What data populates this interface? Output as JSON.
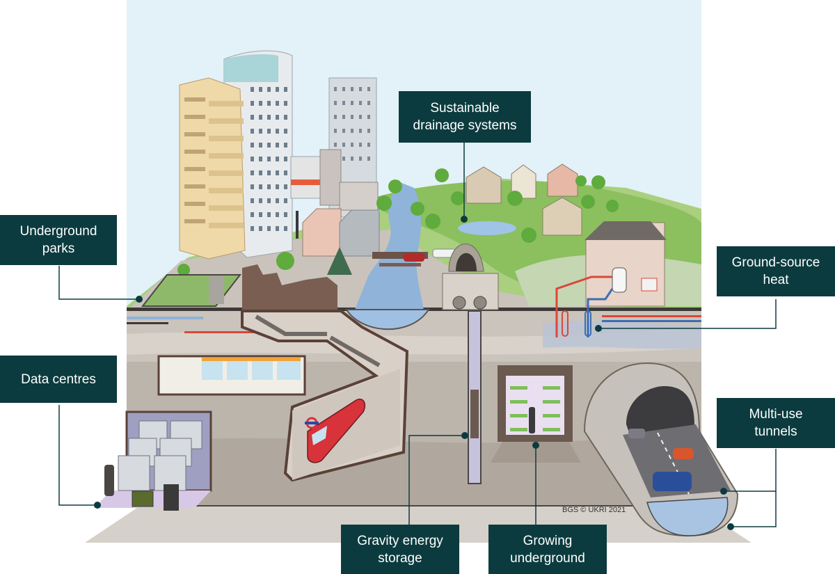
{
  "labels": {
    "sustainable_drainage": "Sustainable\ndrainage systems",
    "underground_parks": "Underground\nparks",
    "ground_source_heat": "Ground-source\nheat",
    "data_centres": "Data centres",
    "multi_use_tunnels": "Multi-use\ntunnels",
    "gravity_energy_storage": "Gravity energy\nstorage",
    "growing_underground": "Growing\nunderground"
  },
  "credit": "BGS © UKRI 2021",
  "colors": {
    "label_bg": "#0b3b3e",
    "sky": "#e3f1f8",
    "grass": "#8cbf5e",
    "ground_surface": "#b9b4ad",
    "soil_light": "#cac4bc",
    "soil_dark": "#b3aca3",
    "water": "#8fb3d9",
    "pipe_red": "#d9473a",
    "pipe_blue": "#3d6db5",
    "train_red": "#d8323a",
    "building_cream": "#efd9a8",
    "building_grey": "#cfd4d8"
  }
}
